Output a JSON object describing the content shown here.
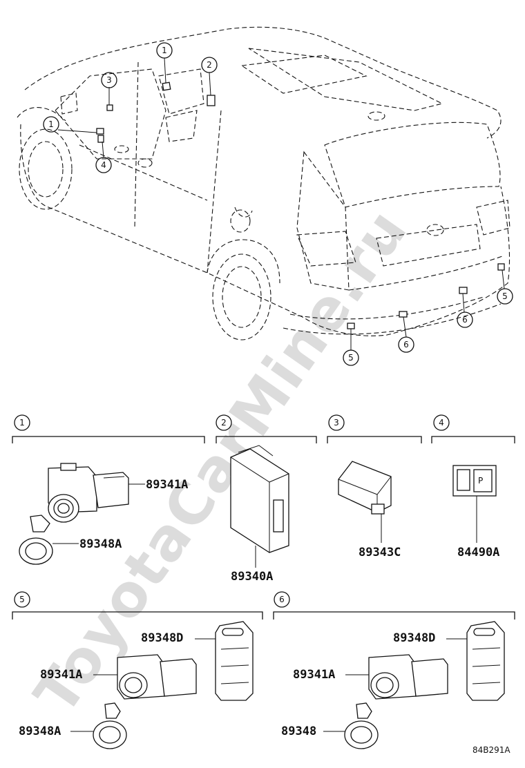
{
  "watermark": "ToyotaCarMine.ru",
  "diagram_code": "84B291A",
  "vehicle_callouts": [
    "1",
    "3",
    "1",
    "4",
    "2",
    "5",
    "6",
    "6",
    "5"
  ],
  "groups": [
    {
      "number": "1",
      "parts": [
        "89341A",
        "89348A"
      ]
    },
    {
      "number": "2",
      "parts": [
        "89340A"
      ]
    },
    {
      "number": "3",
      "parts": [
        "89343C"
      ]
    },
    {
      "number": "4",
      "parts": [
        "84490A"
      ]
    },
    {
      "number": "5",
      "parts": [
        "89348D",
        "89341A",
        "89348A"
      ]
    },
    {
      "number": "6",
      "parts": [
        "89348D",
        "89341A",
        "89348"
      ]
    }
  ]
}
